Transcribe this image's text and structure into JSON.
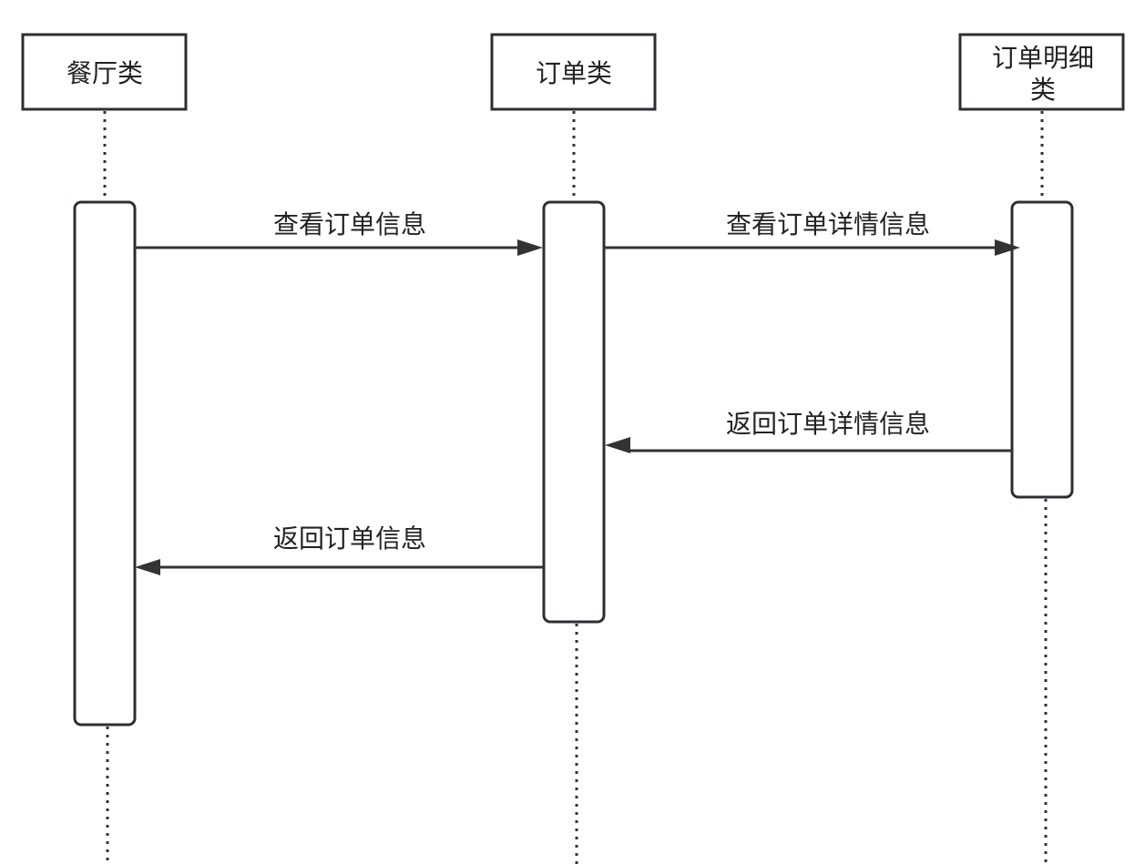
{
  "diagram": {
    "type": "sequence",
    "participants": [
      {
        "id": "restaurant",
        "label_lines": [
          "餐厅类"
        ]
      },
      {
        "id": "order",
        "label_lines": [
          "订单类"
        ]
      },
      {
        "id": "order_detail",
        "label_lines": [
          "订单明细",
          "类"
        ]
      }
    ],
    "messages": [
      {
        "from": "restaurant",
        "to": "order",
        "label": "查看订单信息",
        "kind": "call"
      },
      {
        "from": "order",
        "to": "order_detail",
        "label": "查看订单详情信息",
        "kind": "call"
      },
      {
        "from": "order_detail",
        "to": "order",
        "label": "返回订单详情信息",
        "kind": "return"
      },
      {
        "from": "order",
        "to": "restaurant",
        "label": "返回订单信息",
        "kind": "return"
      }
    ],
    "colors": {
      "line": "#333333",
      "border": "#2b2f33",
      "text": "#222222",
      "background": "#ffffff"
    }
  }
}
